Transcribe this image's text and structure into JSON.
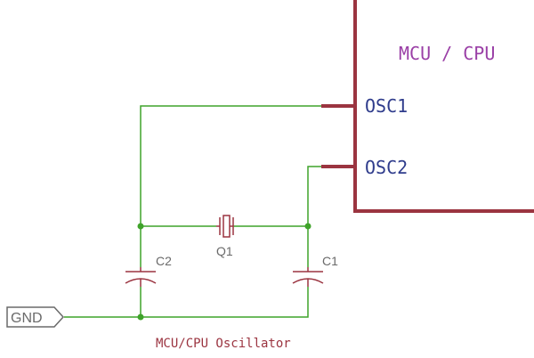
{
  "schematic": {
    "chip_label": "MCU / CPU",
    "pins": [
      {
        "name": "OSC1"
      },
      {
        "name": "OSC2"
      }
    ],
    "components": [
      {
        "ref": "Q1",
        "kind": "crystal"
      },
      {
        "ref": "C2",
        "kind": "capacitor"
      },
      {
        "ref": "C1",
        "kind": "capacitor"
      }
    ],
    "net_label": "GND",
    "caption": "MCU/CPU Oscillator"
  },
  "colors": {
    "chip": "#9b3440",
    "chip_text": "#9a3fa6",
    "pin_text": "#2f3c8c",
    "wire": "#3fa32a",
    "component": "#9b3440",
    "ref_text": "#6a6a6a",
    "caption": "#9b3440",
    "netlabel": "#6a6a6a"
  }
}
